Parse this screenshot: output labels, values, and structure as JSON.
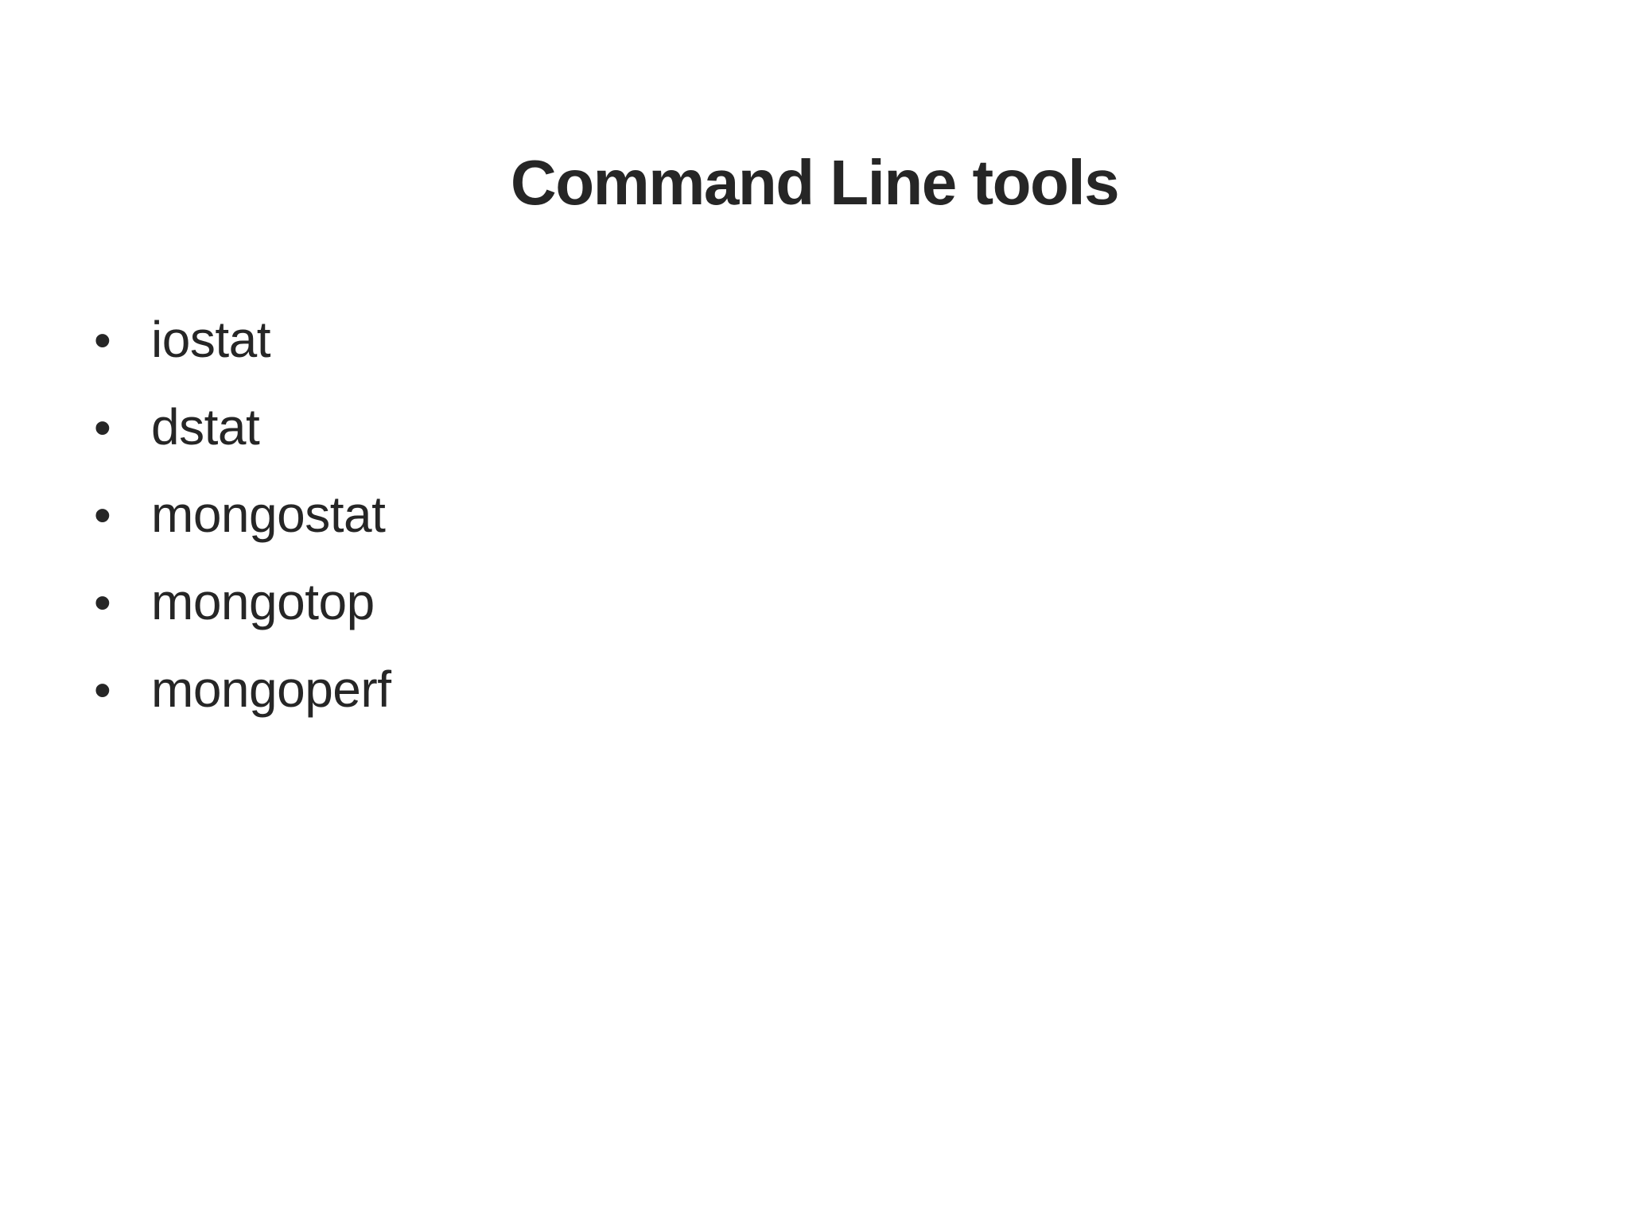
{
  "slide": {
    "title": "Command Line tools",
    "background_color": "#ffffff",
    "text_color": "#262626",
    "bullet_glyph": "•",
    "bullets": [
      {
        "label": "iostat"
      },
      {
        "label": "dstat"
      },
      {
        "label": "mongostat"
      },
      {
        "label": "mongotop"
      },
      {
        "label": "mongoperf"
      }
    ]
  }
}
